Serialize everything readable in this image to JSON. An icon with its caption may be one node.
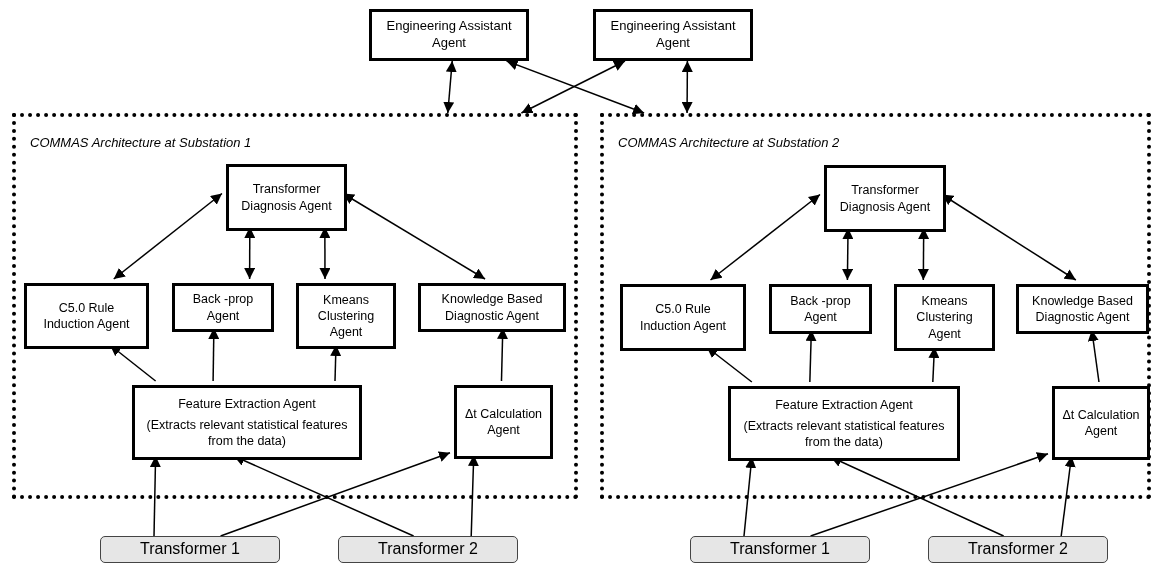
{
  "diagram": {
    "nodes": [
      {
        "text": [
          "Engineering Assistant Agent"
        ]
      },
      {
        "text": [
          "Engineering Assistant Agent"
        ]
      },
      {
        "text": [
          "COMMAS Architecture at Substation 1"
        ]
      },
      {
        "text": [
          "Transformer Diagnosis Agent"
        ],
        "in": 2
      },
      {
        "text": [
          "C5.0 Rule Induction Agent"
        ],
        "in": 2
      },
      {
        "text": [
          "Back -prop Agent"
        ],
        "in": 2
      },
      {
        "text": [
          "Kmeans Clustering Agent"
        ],
        "in": 2
      },
      {
        "text": [
          "Knowledge Based Diagnostic Agent"
        ],
        "in": 2
      },
      {
        "text": [
          "Feature Extraction Agent",
          "(Extracts relevant statistical features from the data)"
        ],
        "in": 2
      },
      {
        "text": [
          "Δt Calculation Agent"
        ],
        "in": 2
      },
      {
        "text": [
          "COMMAS Architecture at Substation 2"
        ]
      },
      {
        "text": [
          "Transformer Diagnosis Agent"
        ],
        "in": 10
      },
      {
        "text": [
          "C5.0 Rule Induction Agent"
        ],
        "in": 10
      },
      {
        "text": [
          "Back -prop Agent"
        ],
        "in": 10
      },
      {
        "text": [
          "Kmeans Clustering Agent"
        ],
        "in": 10
      },
      {
        "text": [
          "Knowledge Based Diagnostic Agent"
        ],
        "in": 10
      },
      {
        "text": [
          "Feature Extraction Agent",
          "(Extracts relevant statistical features from the data)"
        ],
        "in": 10
      },
      {
        "text": [
          "Δt Calculation Agent"
        ],
        "in": 10
      },
      {
        "text": [
          "Transformer 1"
        ]
      },
      {
        "text": [
          "Transformer 2"
        ]
      },
      {
        "text": [
          "Transformer 1"
        ]
      },
      {
        "text": [
          "Transformer 2"
        ]
      }
    ],
    "edges": [
      {
        "from": 0,
        "to": 2,
        "arrow": "both"
      },
      {
        "from": 0,
        "to": 10,
        "arrow": "both"
      },
      {
        "from": 1,
        "to": 2,
        "arrow": "both"
      },
      {
        "from": 1,
        "to": 10,
        "arrow": "both"
      },
      {
        "from": 3,
        "to": 4,
        "arrow": "both"
      },
      {
        "from": 3,
        "to": 5,
        "arrow": "both"
      },
      {
        "from": 3,
        "to": 6,
        "arrow": "both"
      },
      {
        "from": 3,
        "to": 7,
        "arrow": "both"
      },
      {
        "from": 8,
        "to": 4,
        "arrow": "to"
      },
      {
        "from": 8,
        "to": 5,
        "arrow": "to"
      },
      {
        "from": 8,
        "to": 6,
        "arrow": "to"
      },
      {
        "from": 9,
        "to": 7,
        "arrow": "to"
      },
      {
        "from": 18,
        "to": 8,
        "arrow": "to"
      },
      {
        "from": 18,
        "to": 9,
        "arrow": "to"
      },
      {
        "from": 19,
        "to": 8,
        "arrow": "to"
      },
      {
        "from": 19,
        "to": 9,
        "arrow": "to"
      },
      {
        "from": 11,
        "to": 12,
        "arrow": "both"
      },
      {
        "from": 11,
        "to": 13,
        "arrow": "both"
      },
      {
        "from": 11,
        "to": 14,
        "arrow": "both"
      },
      {
        "from": 11,
        "to": 15,
        "arrow": "both"
      },
      {
        "from": 16,
        "to": 12,
        "arrow": "to"
      },
      {
        "from": 16,
        "to": 13,
        "arrow": "to"
      },
      {
        "from": 16,
        "to": 14,
        "arrow": "to"
      },
      {
        "from": 17,
        "to": 15,
        "arrow": "to"
      },
      {
        "from": 20,
        "to": 16,
        "arrow": "to"
      },
      {
        "from": 20,
        "to": 17,
        "arrow": "to"
      },
      {
        "from": 21,
        "to": 16,
        "arrow": "to"
      },
      {
        "from": 21,
        "to": 17,
        "arrow": "to"
      }
    ]
  }
}
